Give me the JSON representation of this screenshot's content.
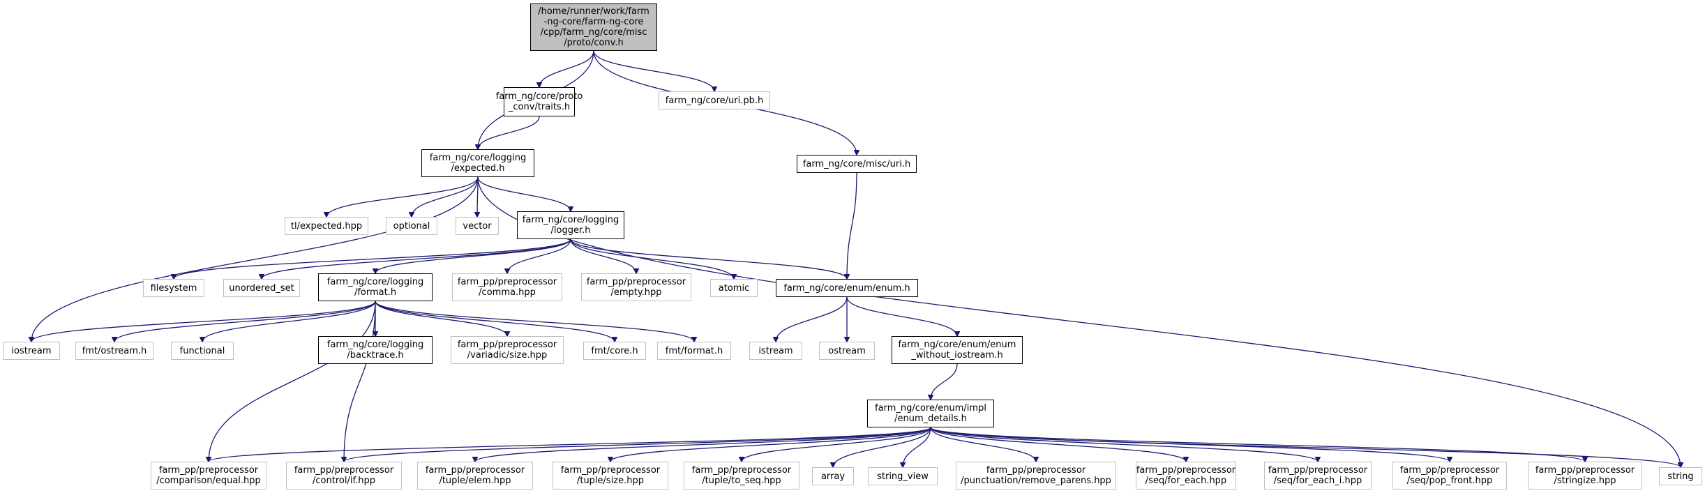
{
  "graph": {
    "type": "include-dependency-graph",
    "colors": {
      "edge": "#191970",
      "root_fill": "#bfbfbf",
      "internal_border": "#000000",
      "external_border": "#bfbfbf"
    },
    "nodes": [
      {
        "id": "conv",
        "label": "/home/runner/work/farm\n-ng-core/farm-ng-core\n/cpp/farm_ng/core/misc\n/proto/conv.h",
        "kind": "root"
      },
      {
        "id": "traits",
        "label": "farm_ng/core/proto\n_conv/traits.h",
        "kind": "internal"
      },
      {
        "id": "uripb",
        "label": "farm_ng/core/uri.pb.h",
        "kind": "external"
      },
      {
        "id": "expected",
        "label": "farm_ng/core/logging\n/expected.h",
        "kind": "internal"
      },
      {
        "id": "miscuri",
        "label": "farm_ng/core/misc/uri.h",
        "kind": "internal"
      },
      {
        "id": "tlexp",
        "label": "tl/expected.hpp",
        "kind": "external"
      },
      {
        "id": "optional",
        "label": "optional",
        "kind": "external"
      },
      {
        "id": "vector",
        "label": "vector",
        "kind": "external"
      },
      {
        "id": "logger",
        "label": "farm_ng/core/logging\n/logger.h",
        "kind": "internal"
      },
      {
        "id": "filesystem",
        "label": "filesystem",
        "kind": "external"
      },
      {
        "id": "unordered",
        "label": "unordered_set",
        "kind": "external"
      },
      {
        "id": "format",
        "label": "farm_ng/core/logging\n/format.h",
        "kind": "internal"
      },
      {
        "id": "comma",
        "label": "farm_pp/preprocessor\n/comma.hpp",
        "kind": "external"
      },
      {
        "id": "empty",
        "label": "farm_pp/preprocessor\n/empty.hpp",
        "kind": "external"
      },
      {
        "id": "atomic",
        "label": "atomic",
        "kind": "external"
      },
      {
        "id": "enumh",
        "label": "farm_ng/core/enum/enum.h",
        "kind": "internal"
      },
      {
        "id": "iostream",
        "label": "iostream",
        "kind": "external"
      },
      {
        "id": "fmtostream",
        "label": "fmt/ostream.h",
        "kind": "external"
      },
      {
        "id": "functional",
        "label": "functional",
        "kind": "external"
      },
      {
        "id": "backtrace",
        "label": "farm_ng/core/logging\n/backtrace.h",
        "kind": "internal"
      },
      {
        "id": "variadic",
        "label": "farm_pp/preprocessor\n/variadic/size.hpp",
        "kind": "external"
      },
      {
        "id": "fmtcore",
        "label": "fmt/core.h",
        "kind": "external"
      },
      {
        "id": "fmtformat",
        "label": "fmt/format.h",
        "kind": "external"
      },
      {
        "id": "istream",
        "label": "istream",
        "kind": "external"
      },
      {
        "id": "ostream",
        "label": "ostream",
        "kind": "external"
      },
      {
        "id": "enumwo",
        "label": "farm_ng/core/enum/enum\n_without_iostream.h",
        "kind": "internal"
      },
      {
        "id": "details",
        "label": "farm_ng/core/enum/impl\n/enum_details.h",
        "kind": "internal"
      },
      {
        "id": "equal",
        "label": "farm_pp/preprocessor\n/comparison/equal.hpp",
        "kind": "external"
      },
      {
        "id": "ifhpp",
        "label": "farm_pp/preprocessor\n/control/if.hpp",
        "kind": "external"
      },
      {
        "id": "elem",
        "label": "farm_pp/preprocessor\n/tuple/elem.hpp",
        "kind": "external"
      },
      {
        "id": "tsize",
        "label": "farm_pp/preprocessor\n/tuple/size.hpp",
        "kind": "external"
      },
      {
        "id": "toseq",
        "label": "farm_pp/preprocessor\n/tuple/to_seq.hpp",
        "kind": "external"
      },
      {
        "id": "array",
        "label": "array",
        "kind": "external"
      },
      {
        "id": "strview",
        "label": "string_view",
        "kind": "external"
      },
      {
        "id": "removeparens",
        "label": "farm_pp/preprocessor\n/punctuation/remove_parens.hpp",
        "kind": "external"
      },
      {
        "id": "foreach",
        "label": "farm_pp/preprocessor\n/seq/for_each.hpp",
        "kind": "external"
      },
      {
        "id": "foreachi",
        "label": "farm_pp/preprocessor\n/seq/for_each_i.hpp",
        "kind": "external"
      },
      {
        "id": "popfront",
        "label": "farm_pp/preprocessor\n/seq/pop_front.hpp",
        "kind": "external"
      },
      {
        "id": "stringize",
        "label": "farm_pp/preprocessor\n/stringize.hpp",
        "kind": "external"
      },
      {
        "id": "string",
        "label": "string",
        "kind": "external"
      }
    ],
    "edges": [
      [
        "conv",
        "expected"
      ],
      [
        "conv",
        "traits"
      ],
      [
        "conv",
        "uripb"
      ],
      [
        "conv",
        "miscuri"
      ],
      [
        "traits",
        "expected"
      ],
      [
        "expected",
        "iostream"
      ],
      [
        "expected",
        "tlexp"
      ],
      [
        "expected",
        "optional"
      ],
      [
        "expected",
        "vector"
      ],
      [
        "expected",
        "logger"
      ],
      [
        "expected",
        "string"
      ],
      [
        "miscuri",
        "enumh"
      ],
      [
        "logger",
        "filesystem"
      ],
      [
        "logger",
        "unordered"
      ],
      [
        "logger",
        "format"
      ],
      [
        "logger",
        "comma"
      ],
      [
        "logger",
        "empty"
      ],
      [
        "logger",
        "atomic"
      ],
      [
        "logger",
        "enumh"
      ],
      [
        "format",
        "iostream"
      ],
      [
        "format",
        "fmtostream"
      ],
      [
        "format",
        "functional"
      ],
      [
        "format",
        "backtrace"
      ],
      [
        "format",
        "variadic"
      ],
      [
        "format",
        "fmtcore"
      ],
      [
        "format",
        "fmtformat"
      ],
      [
        "format",
        "equal"
      ],
      [
        "format",
        "ifhpp"
      ],
      [
        "enumh",
        "istream"
      ],
      [
        "enumh",
        "ostream"
      ],
      [
        "enumh",
        "enumwo"
      ],
      [
        "enumwo",
        "details"
      ],
      [
        "details",
        "equal"
      ],
      [
        "details",
        "ifhpp"
      ],
      [
        "details",
        "elem"
      ],
      [
        "details",
        "tsize"
      ],
      [
        "details",
        "toseq"
      ],
      [
        "details",
        "array"
      ],
      [
        "details",
        "strview"
      ],
      [
        "details",
        "removeparens"
      ],
      [
        "details",
        "foreach"
      ],
      [
        "details",
        "foreachi"
      ],
      [
        "details",
        "popfront"
      ],
      [
        "details",
        "stringize"
      ],
      [
        "details",
        "string"
      ]
    ]
  }
}
